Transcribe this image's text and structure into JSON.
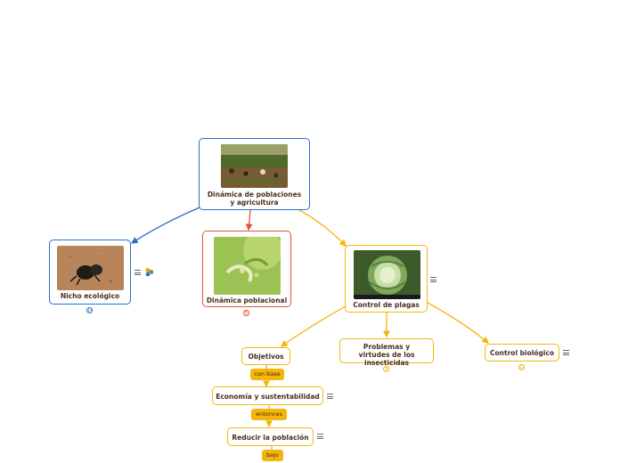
{
  "nodes": {
    "root": {
      "title": "Dinámica de poblaciones y agricultura"
    },
    "nicho": {
      "title": "Nicho ecológico",
      "badge": "14"
    },
    "dinamica": {
      "title": "Dinámica poblacional",
      "badge": "5"
    },
    "control": {
      "title": "Control de plagas"
    },
    "objetivos": {
      "title": "Objetivos"
    },
    "problemas": {
      "title": "Problemas y virtudes de los insecticidas",
      "badge": "3"
    },
    "biologico": {
      "title": "Control biológico",
      "badge": "12"
    },
    "economia": {
      "title": "Economía y sustentabilidad"
    },
    "reducir": {
      "title": "Reducir la población"
    }
  },
  "connectors": {
    "con_base": "con base",
    "entonces": "entonces",
    "bajo": "bajo"
  },
  "colors": {
    "blue": "#2a6fc9",
    "red": "#e3542d",
    "amber": "#f2b70d",
    "pill": "#f5b50a",
    "text": "#4a2f1e"
  },
  "icons": [
    "menu-icon",
    "cluster-icon"
  ]
}
